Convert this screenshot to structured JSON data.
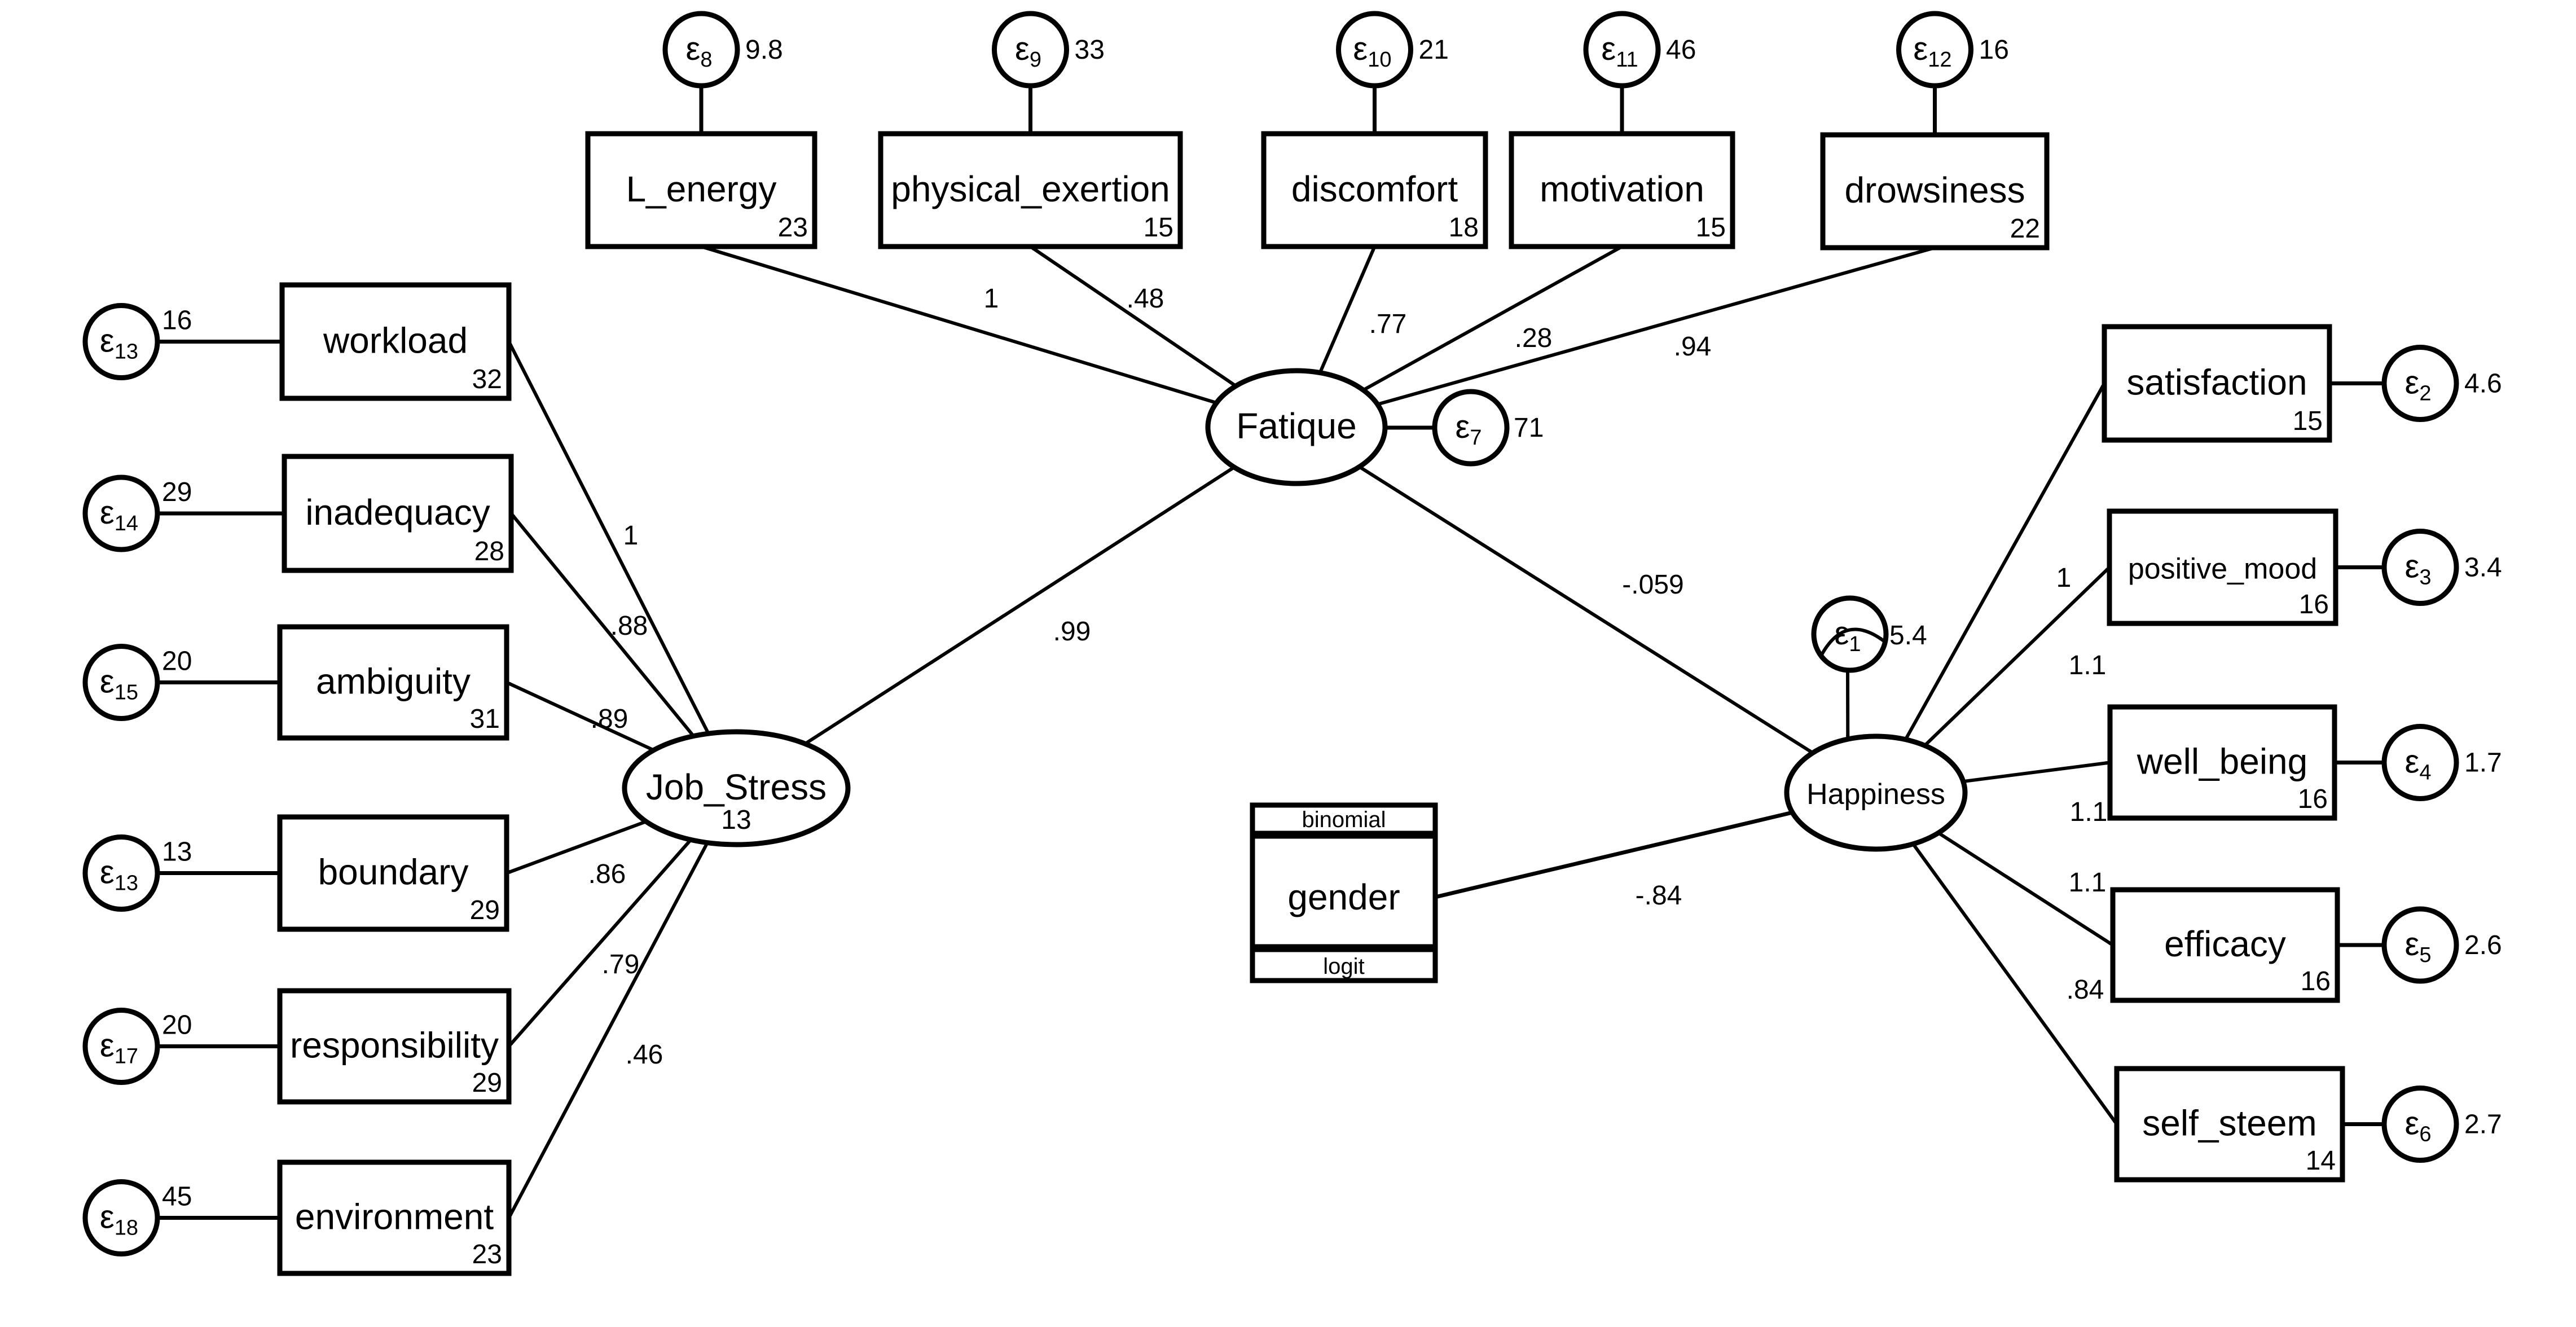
{
  "diagram": {
    "type": "structural-equation-model",
    "colors": {
      "stroke": "#000000",
      "background": "#ffffff",
      "text": "#000000"
    },
    "latents": [
      {
        "id": "fatique",
        "label": "Fatique",
        "value": null
      },
      {
        "id": "job_stress",
        "label": "Job_Stress",
        "value": "13"
      },
      {
        "id": "happiness",
        "label": "Happiness",
        "value": null
      }
    ],
    "observed": [
      {
        "id": "l_energy",
        "label": "L_energy",
        "intercept": "23",
        "factor": "fatique",
        "loading": "1",
        "error": {
          "symbol": "ε",
          "index": "8",
          "variance": "9.8"
        }
      },
      {
        "id": "physical_exertion",
        "label": "physical_exertion",
        "intercept": "15",
        "factor": "fatique",
        "loading": ".48",
        "error": {
          "symbol": "ε",
          "index": "9",
          "variance": "33"
        }
      },
      {
        "id": "discomfort",
        "label": "discomfort",
        "intercept": "18",
        "factor": "fatique",
        "loading": ".77",
        "error": {
          "symbol": "ε",
          "index": "10",
          "variance": "21"
        }
      },
      {
        "id": "motivation",
        "label": "motivation",
        "intercept": "15",
        "factor": "fatique",
        "loading": ".28",
        "error": {
          "symbol": "ε",
          "index": "11",
          "variance": "46"
        }
      },
      {
        "id": "drowsiness",
        "label": "drowsiness",
        "intercept": "22",
        "factor": "fatique",
        "loading": ".94",
        "error": {
          "symbol": "ε",
          "index": "12",
          "variance": "16"
        }
      },
      {
        "id": "workload",
        "label": "workload",
        "intercept": "32",
        "factor": "job_stress",
        "loading": "1",
        "error": {
          "symbol": "ε",
          "index": "13",
          "variance": "16"
        }
      },
      {
        "id": "inadequacy",
        "label": "inadequacy",
        "intercept": "28",
        "factor": "job_stress",
        "loading": ".88",
        "error": {
          "symbol": "ε",
          "index": "14",
          "variance": "29"
        }
      },
      {
        "id": "ambiguity",
        "label": "ambiguity",
        "intercept": "31",
        "factor": "job_stress",
        "loading": ".89",
        "error": {
          "symbol": "ε",
          "index": "15",
          "variance": "20"
        }
      },
      {
        "id": "boundary",
        "label": "boundary",
        "intercept": "29",
        "factor": "job_stress",
        "loading": ".86",
        "error": {
          "symbol": "ε",
          "index": "13",
          "variance": "13"
        }
      },
      {
        "id": "responsibility",
        "label": "responsibility",
        "intercept": "29",
        "factor": "job_stress",
        "loading": ".79",
        "error": {
          "symbol": "ε",
          "index": "17",
          "variance": "20"
        }
      },
      {
        "id": "environment",
        "label": "environment",
        "intercept": "23",
        "factor": "job_stress",
        "loading": ".46",
        "error": {
          "symbol": "ε",
          "index": "18",
          "variance": "45"
        }
      },
      {
        "id": "satisfaction",
        "label": "satisfaction",
        "intercept": "15",
        "factor": "happiness",
        "loading": "1",
        "error": {
          "symbol": "ε",
          "index": "2",
          "variance": "4.6"
        }
      },
      {
        "id": "positive_mood",
        "label": "positive_mood",
        "intercept": "16",
        "factor": "happiness",
        "loading": "1.1",
        "error": {
          "symbol": "ε",
          "index": "3",
          "variance": "3.4"
        }
      },
      {
        "id": "well_being",
        "label": "well_being",
        "intercept": "16",
        "factor": "happiness",
        "loading": "1.1",
        "error": {
          "symbol": "ε",
          "index": "4",
          "variance": "1.7"
        }
      },
      {
        "id": "efficacy",
        "label": "efficacy",
        "intercept": "16",
        "factor": "happiness",
        "loading": "1.1",
        "error": {
          "symbol": "ε",
          "index": "5",
          "variance": "2.6"
        }
      },
      {
        "id": "self_steem",
        "label": "self_steem",
        "intercept": "14",
        "factor": "happiness",
        "loading": ".84",
        "error": {
          "symbol": "ε",
          "index": "6",
          "variance": "2.7"
        }
      }
    ],
    "gender": {
      "label": "gender",
      "family": "binomial",
      "link": "logit"
    },
    "structural_paths": [
      {
        "from": "job_stress",
        "to": "fatique",
        "coef": ".99"
      },
      {
        "from": "fatique",
        "to": "happiness",
        "coef": "-.059"
      },
      {
        "from": "gender",
        "to": "happiness",
        "coef": "-.84"
      }
    ],
    "latent_errors": [
      {
        "target": "fatique",
        "symbol": "ε",
        "index": "7",
        "variance": "71"
      },
      {
        "target": "happiness",
        "symbol": "ε",
        "index": "1",
        "variance": "5.4"
      }
    ]
  }
}
